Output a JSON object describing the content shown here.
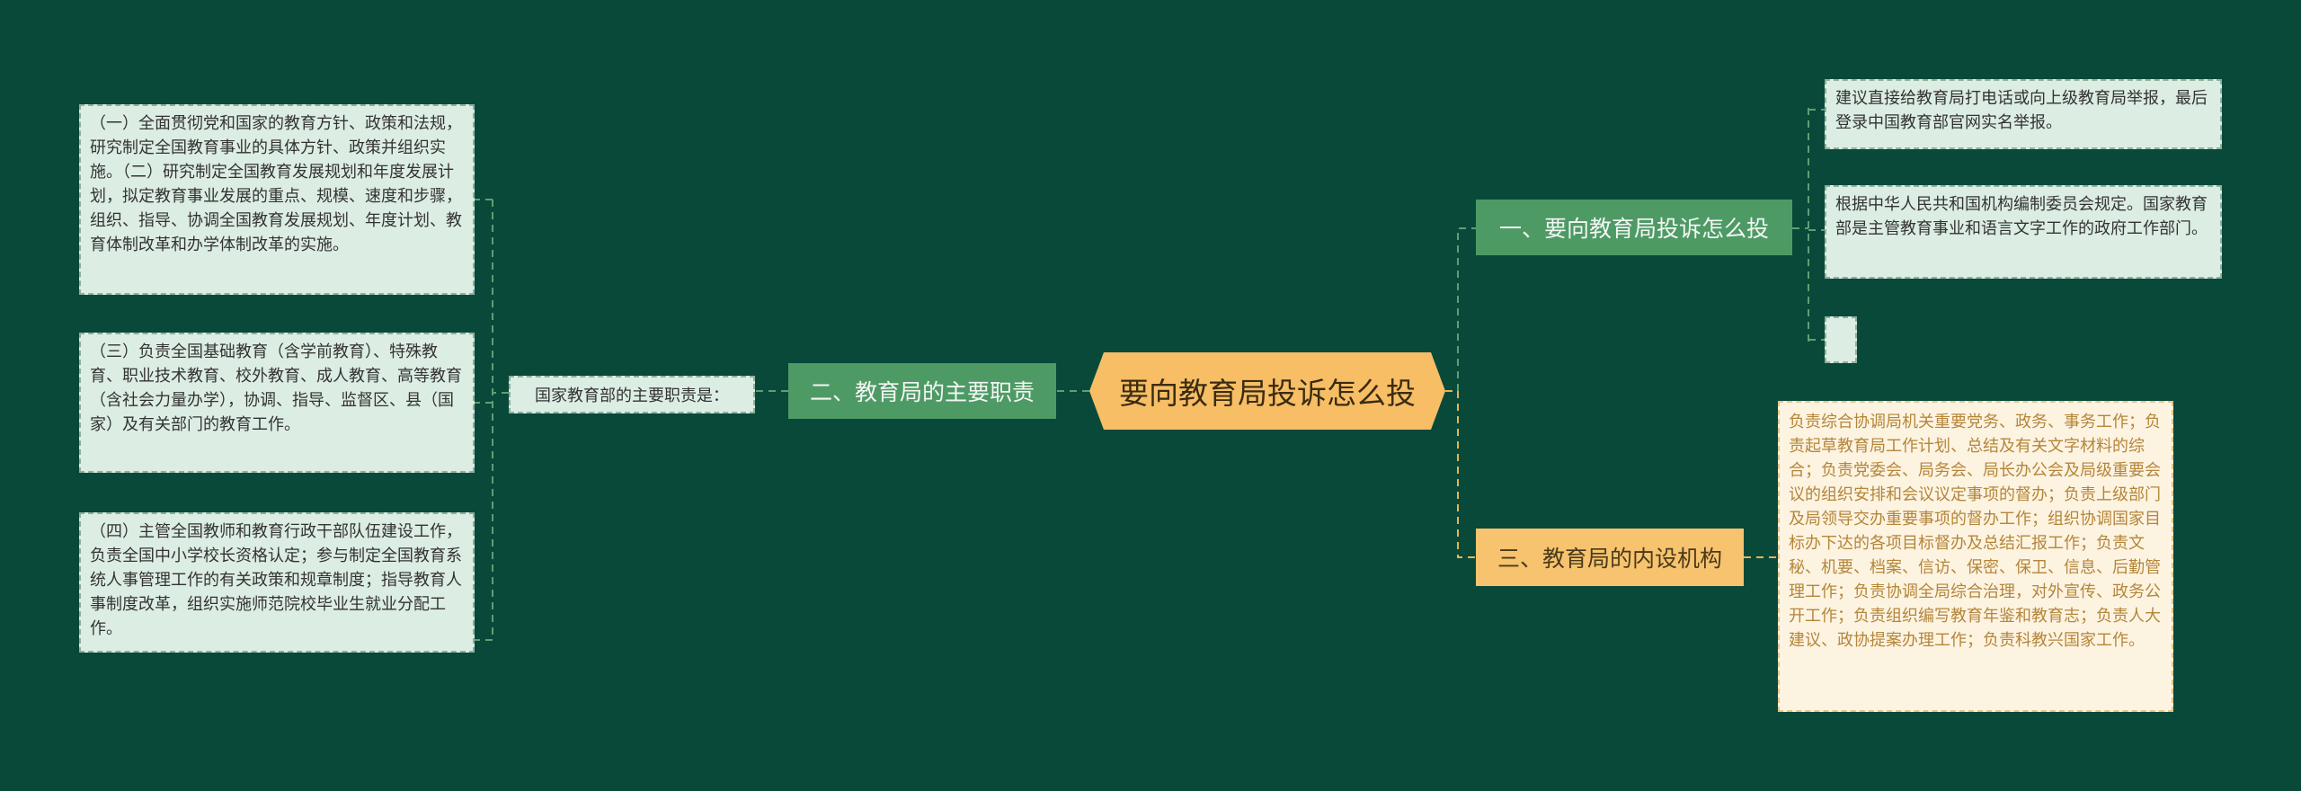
{
  "root": {
    "title": "要向教育局投诉怎么投"
  },
  "branches": {
    "b1": {
      "label": "一、要向教育局投诉怎么投",
      "leaves": [
        "建议直接给教育局打电话或向上级教育局举报，最后登录中国教育部官网实名举报。",
        "根据中华人民共和国机构编制委员会规定。国家教育部是主管教育事业和语言文字工作的政府工作部门。",
        ""
      ]
    },
    "b2": {
      "label": "二、教育局的主要职责",
      "sub_label": "国家教育部的主要职责是：",
      "leaves": [
        "（一）全面贯彻党和国家的教育方针、政策和法规，研究制定全国教育事业的具体方针、政策并组织实施。（二）研究制定全国教育发展规划和年度发展计划，拟定教育事业发展的重点、规模、速度和步骤，组织、指导、协调全国教育发展规划、年度计划、教育体制改革和办学体制改革的实施。",
        "（三）负责全国基础教育（含学前教育）、特殊教育、职业技术教育、校外教育、成人教育、高等教育（含社会力量办学），协调、指导、监督区、县（国家）及有关部门的教育工作。",
        "（四）主管全国教师和教育行政干部队伍建设工作，负责全国中小学校长资格认定；参与制定全国教育系统人事管理工作的有关政策和规章制度；指导教育人事制度改革，组织实施师范院校毕业生就业分配工作。"
      ]
    },
    "b3": {
      "label": "三、教育局的内设机构",
      "leaves": [
        "负责综合协调局机关重要党务、政务、事务工作；负责起草教育局工作计划、总结及有关文字材料的综合；负责党委会、局务会、局长办公会及局级重要会议的组织安排和会议议定事项的督办；负责上级部门及局领导交办重要事项的督办工作；组织协调国家目标办下达的各项目标督办及总结汇报工作；负责文秘、机要、档案、信访、保密、保卫、信息、后勤管理工作；负责协调全局综合治理，对外宣传、政务公开工作；负责组织编写教育年鉴和教育志；负责人大建议、政协提案办理工作；负责科教兴国家工作。"
      ]
    }
  },
  "colors": {
    "background": "#08493A",
    "root": "#F7BE66",
    "green_branch": "#4E9A65",
    "yellow_branch": "#F7C36E",
    "leaf_bg": "#DCEDE3",
    "leaf_yellow_bg": "#FDF3E1",
    "link_green": "#5E9F74",
    "link_yellow": "#E7B455"
  }
}
